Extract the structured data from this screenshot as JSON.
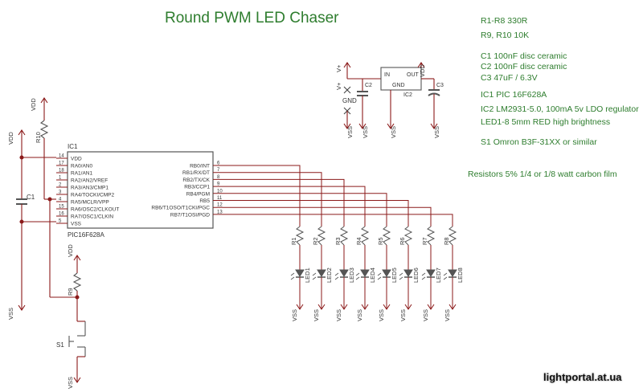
{
  "title": "Round PWM LED Chaser",
  "notes": [
    "R1-R8   330R",
    "R9, R10  10K",
    "C1  100nF  disc ceramic",
    "C2  100nF  disc ceramic",
    "C3  47uF / 6.3V",
    "IC1  PIC 16F628A",
    "IC2 LM2931-5.0, 100mA 5v LDO regulator",
    "LED1-8 5mm RED high brightness",
    "S1  Omron B3F-31XX or similar"
  ],
  "resistor_note": "Resistors 5% 1/4 or 1/8 watt carbon film",
  "watermark": "lightportal.at.ua",
  "colors": {
    "wire": "#8b1a1a",
    "part": "#555555",
    "text_green": "#2e7d2e",
    "pin_text": "#333333"
  },
  "ic1": {
    "ref": "IC1",
    "part": "PIC16F628A",
    "left_pins": [
      {
        "num": "14",
        "name": "VDD"
      },
      {
        "num": "17",
        "name": "RA0/AN0"
      },
      {
        "num": "18",
        "name": "RA1/AN1"
      },
      {
        "num": "1",
        "name": "RA2/AN2/VREF"
      },
      {
        "num": "2",
        "name": "RA3/AN3/CMP1"
      },
      {
        "num": "3",
        "name": "RA4/TOCKI/CMP2"
      },
      {
        "num": "4",
        "name": "RA5/MCLR/VPP"
      },
      {
        "num": "15",
        "name": "RA6/OSC2/CLKOUT"
      },
      {
        "num": "16",
        "name": "RA7/OSC1/CLKIN"
      },
      {
        "num": "5",
        "name": "VSS"
      }
    ],
    "right_pins": [
      {
        "num": "6",
        "name": "RB0/INT"
      },
      {
        "num": "7",
        "name": "RB1/RX/DT"
      },
      {
        "num": "8",
        "name": "RB2/TX/CK"
      },
      {
        "num": "9",
        "name": "RB3/CCP1"
      },
      {
        "num": "10",
        "name": "RB4/PGM"
      },
      {
        "num": "11",
        "name": "RB5"
      },
      {
        "num": "12",
        "name": "RB6/T1OSO/T1CKI/PGC"
      },
      {
        "num": "13",
        "name": "RB7/T1OSI/PGD"
      }
    ]
  },
  "ic2": {
    "ref": "IC2",
    "in": "IN",
    "out": "OUT",
    "gnd": "GND"
  },
  "resistors": [
    "R1",
    "R2",
    "R3",
    "R4",
    "R5",
    "R6",
    "R7",
    "R8"
  ],
  "leds": [
    "LED1",
    "LED2",
    "LED3",
    "LED4",
    "LED5",
    "LED6",
    "LED7",
    "LED8"
  ],
  "labels": {
    "vdd": "VDD",
    "vss": "VSS",
    "vplus": "V+",
    "gnd": "GND",
    "c1": "C1",
    "c2": "C2",
    "c3": "C3",
    "r9": "R9",
    "r10": "R10",
    "s1": "S1"
  }
}
